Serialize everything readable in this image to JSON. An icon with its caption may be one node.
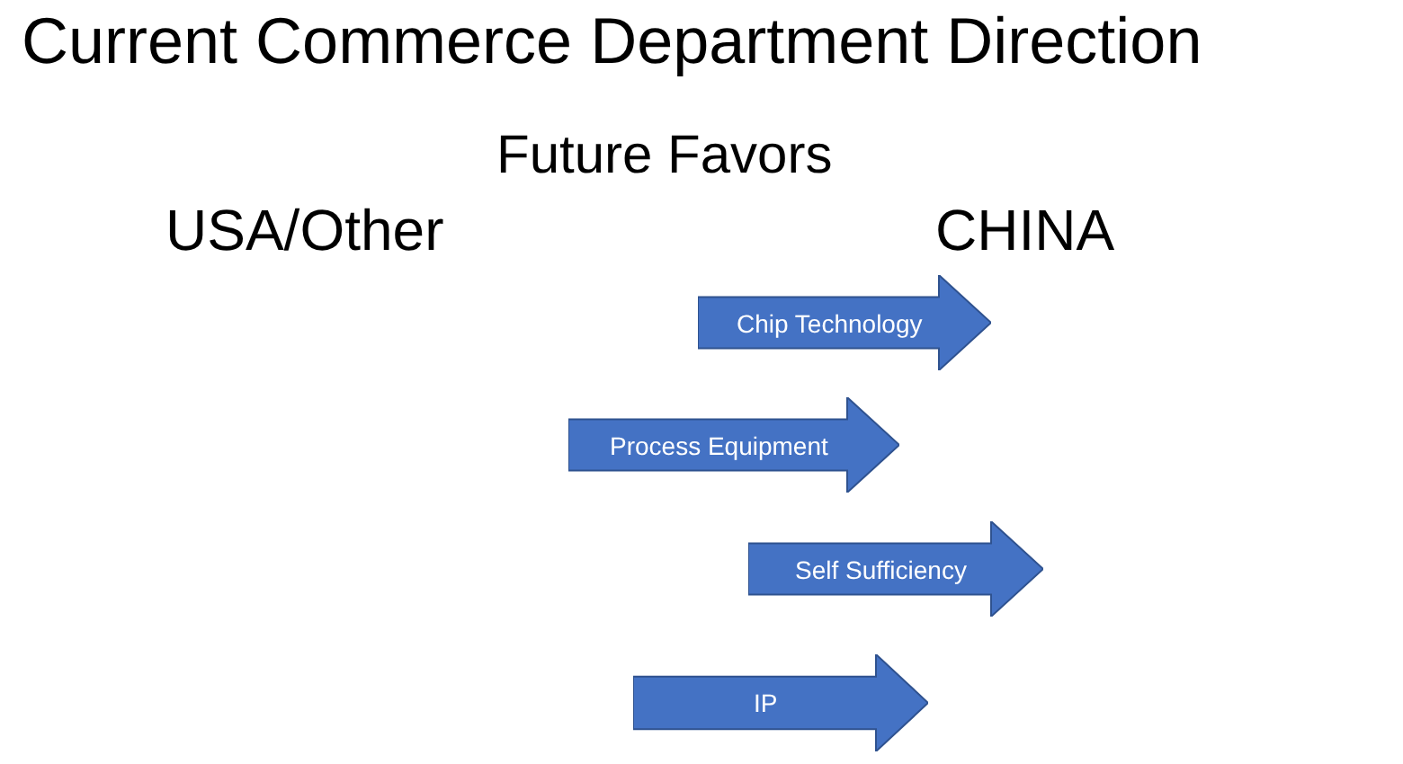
{
  "diagram": {
    "title": "Current Commerce Department Direction",
    "nodes": [
      {
        "text": [
          "Chip Technology"
        ]
      },
      {
        "text": [
          "Process Equipment"
        ]
      },
      {
        "text": [
          "Self Sufficiency"
        ]
      },
      {
        "text": [
          "IP"
        ]
      }
    ],
    "labels": [
      "Future Favors",
      "USA/Other",
      "CHINA"
    ]
  }
}
